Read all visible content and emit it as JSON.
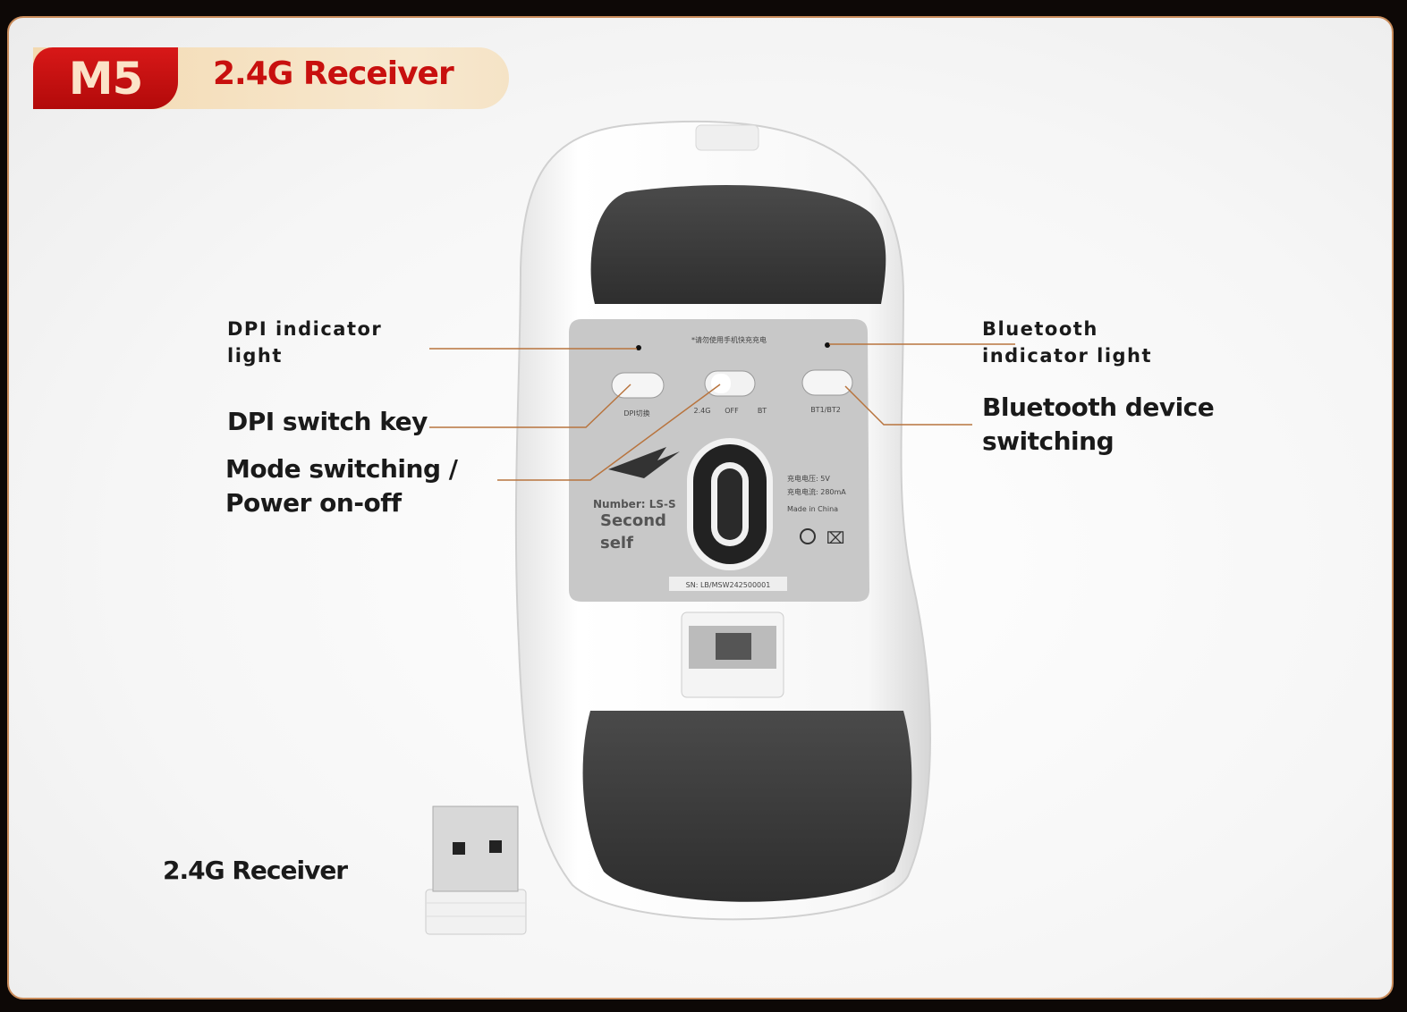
{
  "header": {
    "model": "M5",
    "title": "2.4G Receiver"
  },
  "callouts": {
    "dpi_light": [
      "DPI indicator",
      "light"
    ],
    "dpi_key": "DPI switch key",
    "mode": [
      "Mode switching /",
      "Power on-off"
    ],
    "bt_light": [
      "Bluetooth",
      "indicator light"
    ],
    "bt_switch": [
      "Bluetooth device",
      "switching"
    ],
    "receiver": "2.4G Receiver"
  },
  "label_plate": {
    "warning": "*请勿使用手机快充充电",
    "dpi": "DPI切换",
    "mode_24g": "2.4G",
    "mode_off": "OFF",
    "mode_bt": "BT",
    "bt": "BT1/BT2",
    "voltage": "充电电压: 5V",
    "current": "充电电流: 280mA",
    "origin": "Made in China",
    "number": "Number: LS-S",
    "brand_1": "Second",
    "brand_2": "self",
    "sn": "SN: LB/MSW242500001"
  },
  "colors": {
    "accent_red": "#c8100e",
    "leader_line": "#b8743e"
  }
}
